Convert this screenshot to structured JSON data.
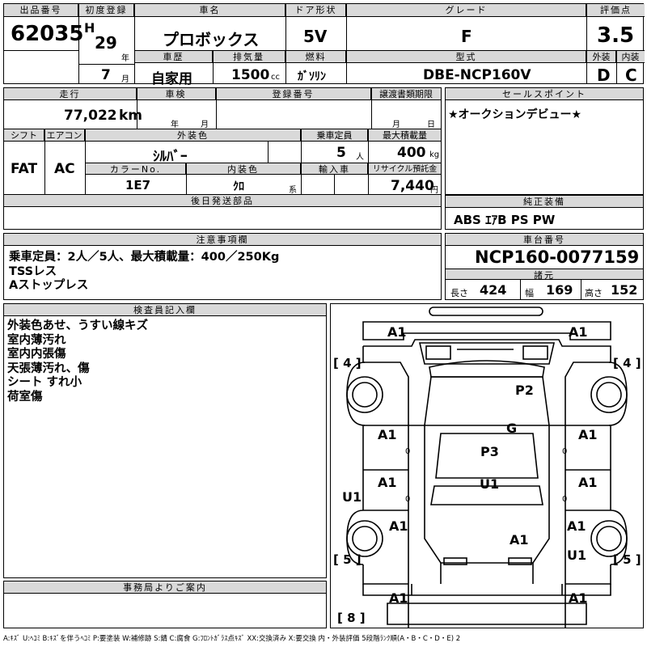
{
  "header": {
    "lot_number_label": "出品番号",
    "lot_number": "62035",
    "first_reg_label": "初度登録",
    "era": "H",
    "year": "29",
    "year_unit": "年",
    "month": "7",
    "month_unit": "月",
    "car_name_label": "車名",
    "car_name": "プロボックス",
    "history_label": "車歴",
    "history": "自家用",
    "displacement_label": "排気量",
    "displacement": "1500",
    "displacement_unit": "cc",
    "door_label": "ドア形状",
    "door": "5V",
    "fuel_label": "燃料",
    "fuel": "ｶﾞｿﾘﾝ",
    "grade_label": "グレード",
    "grade": "F",
    "model_label": "型式",
    "model": "DBE-NCP160V",
    "score_label": "評価点",
    "score": "3.5",
    "exterior_label": "外装",
    "exterior": "D",
    "interior_label": "内装",
    "interior": "C"
  },
  "row2": {
    "mileage_label": "走行",
    "mileage": "77,022",
    "mileage_unit": "km",
    "inspection_label": "車検",
    "inspection_year_unit": "年",
    "inspection_month_unit": "月",
    "reg_number_label": "登録番号",
    "transfer_label": "譲渡書類期限",
    "transfer_month_unit": "月",
    "transfer_day_unit": "日",
    "shift_label": "シフト",
    "shift": "FAT",
    "ac_label": "エアコン",
    "ac": "AC",
    "ext_color_label": "外装色",
    "ext_color": "ｼﾙﾊﾞｰ",
    "capacity_label": "乗車定員",
    "capacity": "5",
    "capacity_unit": "人",
    "load_label": "最大積載量",
    "load": "400",
    "load_unit": "kg",
    "color_no_label": "カラーNo.",
    "color_no": "1E7",
    "int_color_label": "内装色",
    "int_color": "ｸﾛ",
    "int_color_unit": "系",
    "import_label": "輸入車",
    "recycle_label": "リサイクル預託金",
    "recycle": "7,440",
    "recycle_unit": "円",
    "later_label": "後日発送部品"
  },
  "sales_point": {
    "label": "セールスポイント",
    "text": "★オークションデビュー★"
  },
  "equipment": {
    "label": "純正装備",
    "text": "ABS ｴｱB PS PW"
  },
  "caution": {
    "label": "注意事項欄",
    "lines": [
      "乗車定員：2人／5人、最大積載量：400／250Kg",
      "TSSレス",
      "Aストップレス"
    ]
  },
  "chassis": {
    "label": "車台番号",
    "number": "NCP160-0077159",
    "spec_label": "諸元",
    "length_label": "長さ",
    "length": "424",
    "width_label": "幅",
    "width": "169",
    "height_label": "高さ",
    "height": "152"
  },
  "inspector": {
    "label": "検査員記入欄",
    "lines": [
      "外装色あせ、うすい線キズ",
      "室内薄汚れ",
      "室内内張傷",
      "天張薄汚れ、傷",
      "シート すれ小",
      "荷室傷"
    ]
  },
  "office": {
    "label": "事務局よりご案内"
  },
  "diagram": {
    "marks": {
      "a1_tl": "A1",
      "a1_tr": "A1",
      "tire_fl": "4",
      "tire_fr": "4",
      "p2": "P2",
      "g": "G",
      "a1_ld1": "A1",
      "a1_rd1": "A1",
      "p3": "P3",
      "a1_ld2": "A1",
      "a1_rd2": "A1",
      "u1_center": "U1",
      "u1_left": "U1",
      "a1_lq": "A1",
      "a1_rq": "A1",
      "a1_rear": "A1",
      "u1_right": "U1",
      "tire_rl": "5",
      "tire_rr": "5",
      "a1_bl": "A1",
      "a1_br": "A1",
      "spare": "8",
      "zero": "0"
    }
  },
  "legend": "A:ｷｽﾞ U:ﾍｺﾐ B:ｷｽﾞを伴うﾍｺﾐ P:要塗装 W:補修跡 S:錆 C:腐食 G:ﾌﾛﾝﾄｶﾞﾗｽ点ｷｽﾞ XX:交換済み X:要交換 内・外装評価 5段階ﾗﾝｸ順(A・B・C・D・E) 2"
}
